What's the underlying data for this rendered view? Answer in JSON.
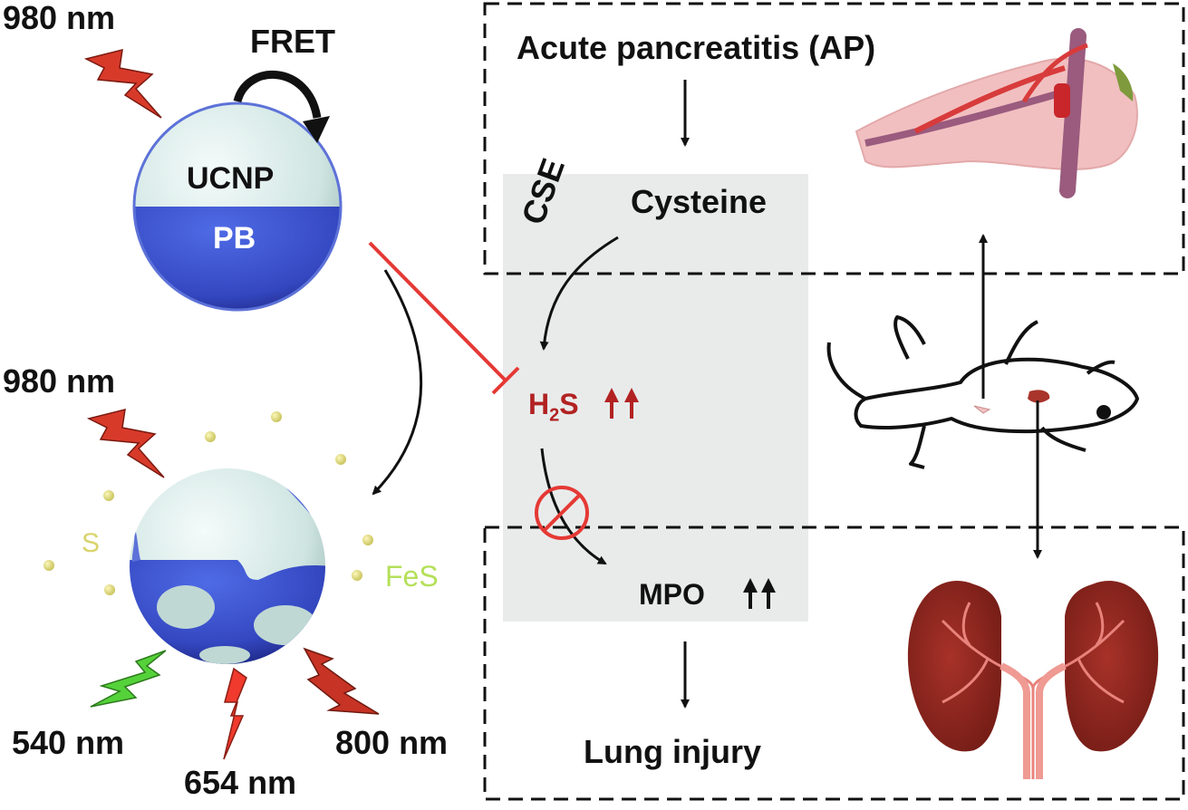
{
  "colors": {
    "black": "#111111",
    "red": "#e53935",
    "dark_red": "#b22222",
    "ucnp": "#d6ebe8",
    "pb_blue": "#3b54c9",
    "s_yellow": "#d9d46c",
    "fes_green": "#b5e05a",
    "green_bolt": "#55d23a",
    "panel_gray": "#e9ebeb"
  },
  "nanoparticle": {
    "top_wavelength": "980 nm",
    "fret": "FRET",
    "ucnp": "UCNP",
    "pb": "PB",
    "bottom_wavelength": "980 nm",
    "s": "S",
    "fes": "FeS",
    "emission_540": "540 nm",
    "emission_654": "654 nm",
    "emission_800": "800 nm"
  },
  "pathway": {
    "acute_pancreatitis": "Acute pancreatitis (AP)",
    "cse": "CSE",
    "cysteine": "Cysteine",
    "h2s_main": "H",
    "h2s_sub": "2",
    "h2s_tail": "S",
    "mpo": "MPO",
    "lung_injury": "Lung injury"
  },
  "icons": [
    "lightning-bolt-icon",
    "curved-arrow-icon",
    "inhibit-icon",
    "prohibition-icon",
    "up-arrows-icon",
    "pancreas-icon",
    "mouse-icon",
    "lungs-icon"
  ]
}
